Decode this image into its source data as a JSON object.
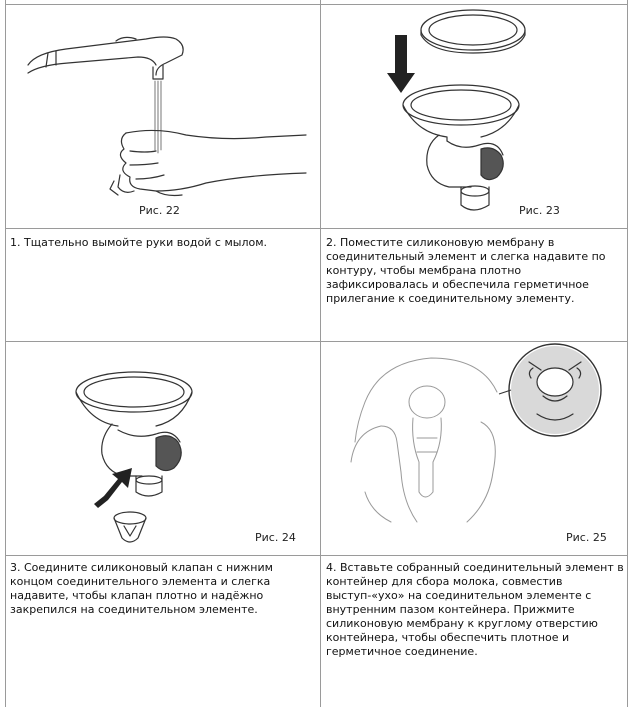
{
  "figures": [
    {
      "caption": "Рис. 22"
    },
    {
      "caption": "Рис. 23"
    },
    {
      "caption": "Рис. 24"
    },
    {
      "caption": "Рис. 25"
    }
  ],
  "steps": [
    {
      "text": "1. Тщательно вымойте руки водой с мылом."
    },
    {
      "text": "2. Поместите силиконовую мембрану в соединительный элемент и слегка надавите по контуру, чтобы мембрана плотно зафиксировалась и обеспечила герметичное прилегание к соединительному элементу."
    },
    {
      "text": "3. Соедините силиконовый клапан с нижним концом соединительного элемента и слегка надавите, чтобы клапан плотно и надёжно закрепился на соединительном элементе."
    },
    {
      "text": "4. Вставьте собранный соединительный элемент в контейнер для сбора молока, совместив выступ-«ухо» на соединительном элементе с внутренним пазом контейнера. Прижмите силиконовую мембрану к круглому отверстию контейнера, чтобы обеспечить плотное и герметичное соединение."
    }
  ]
}
